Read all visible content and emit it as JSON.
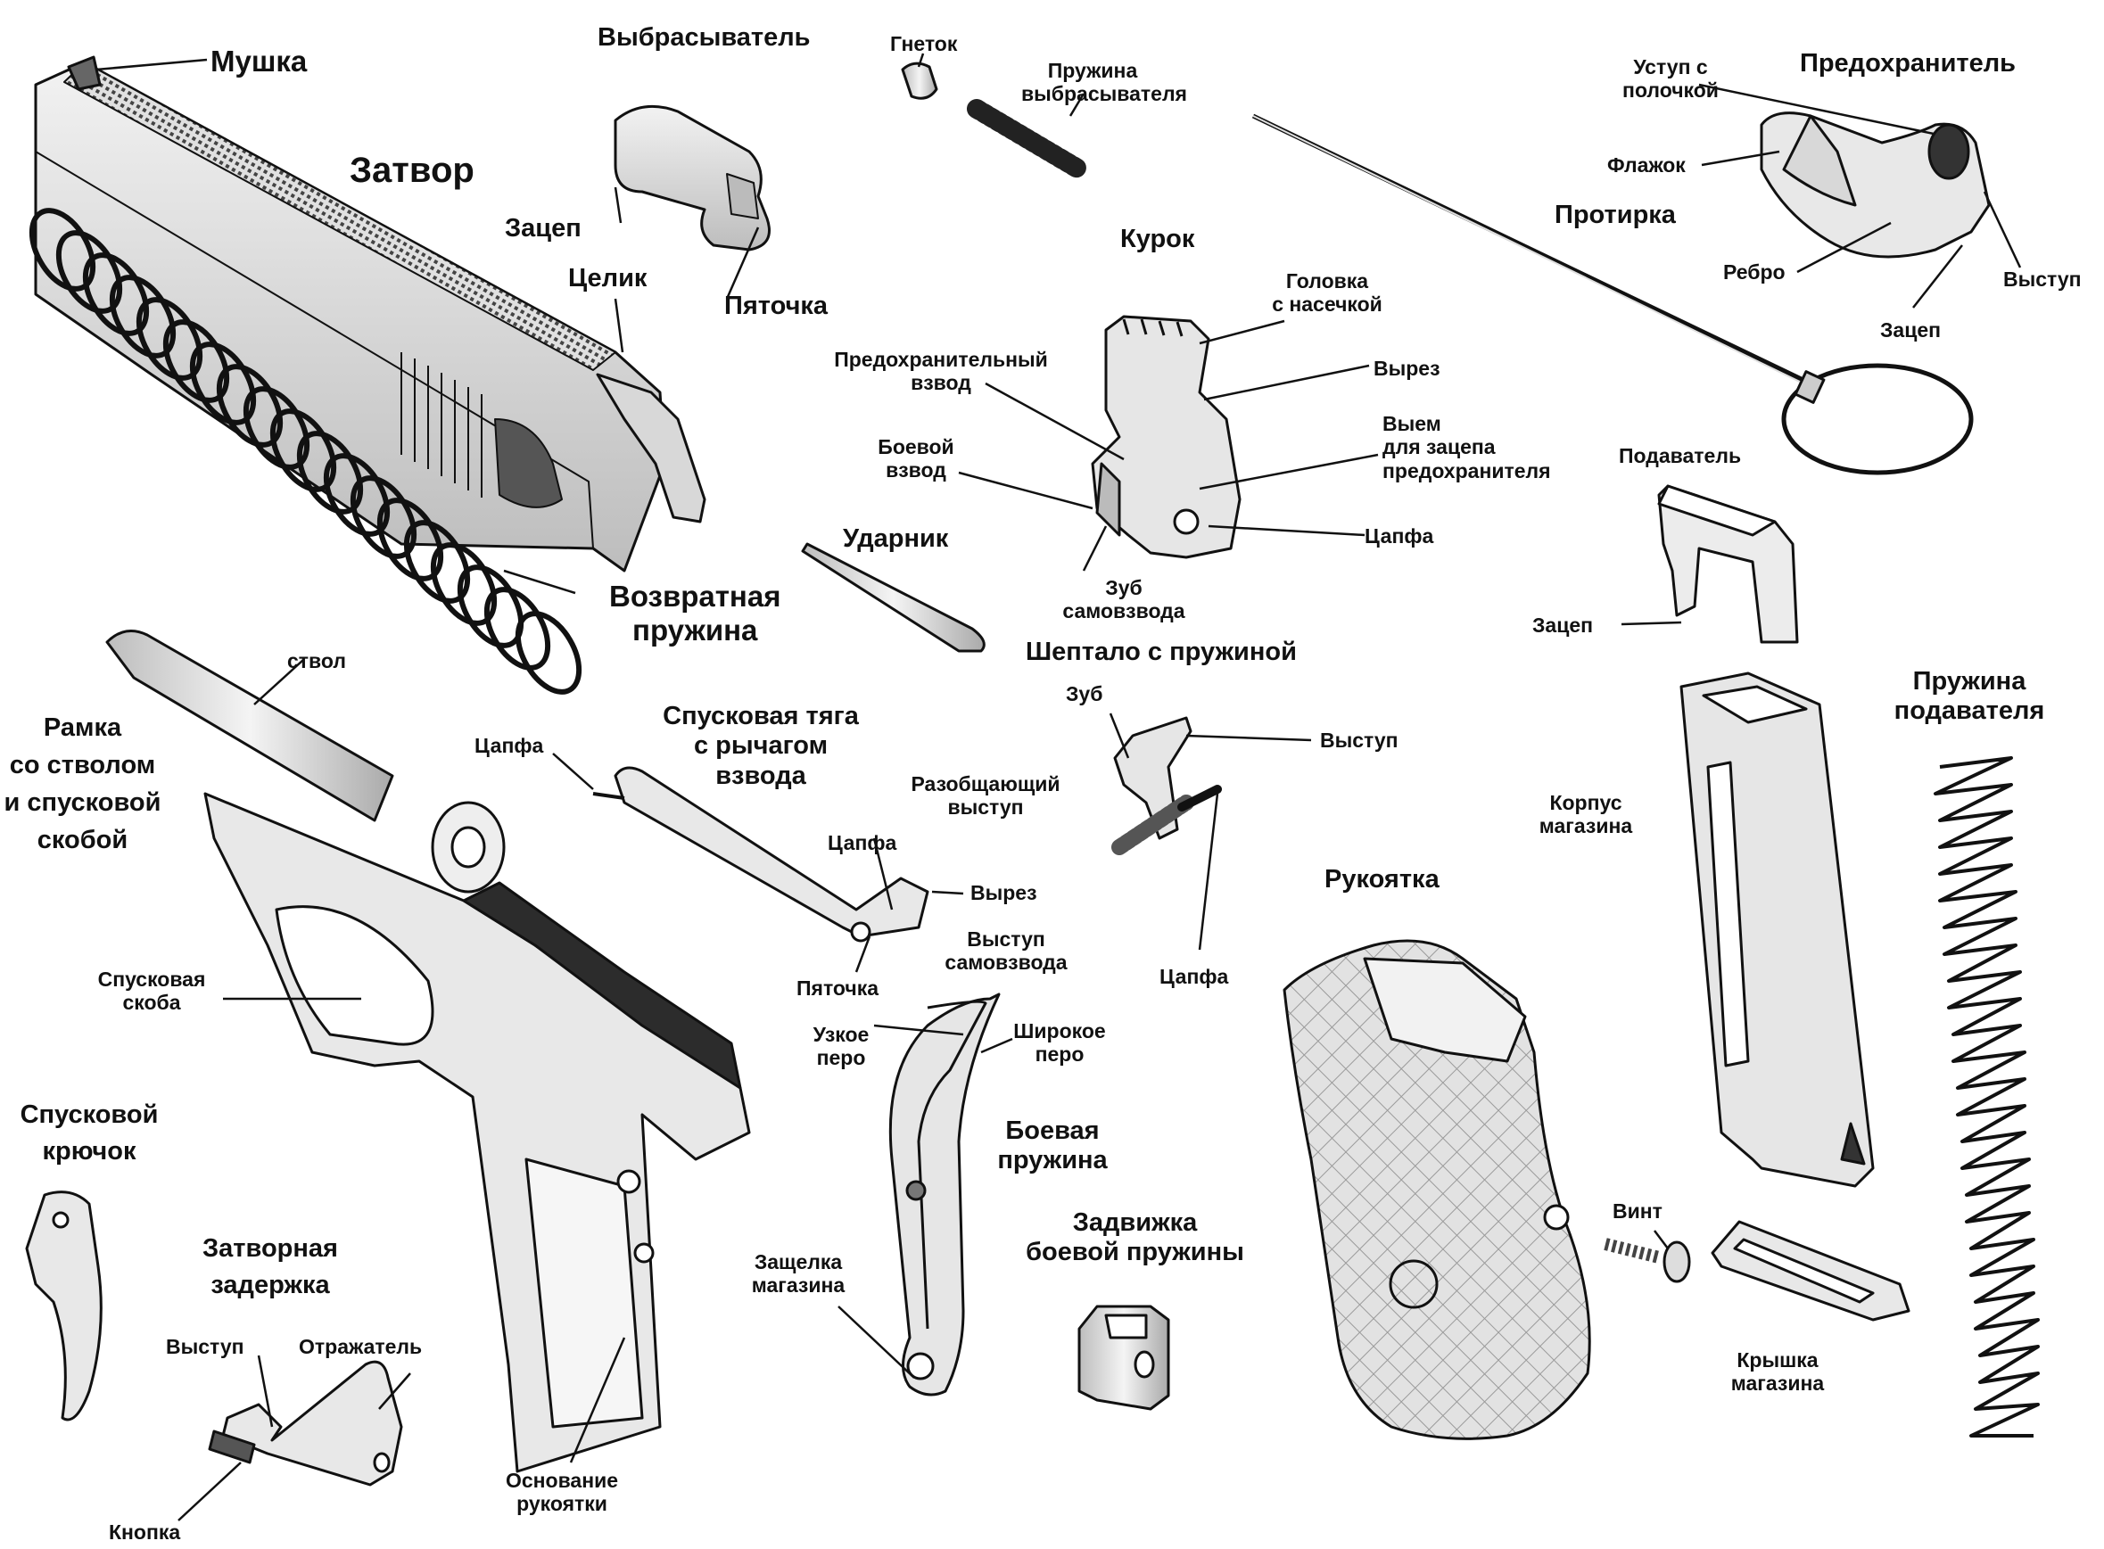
{
  "diagram": {
    "labels": {
      "mushka": "Мушка",
      "zatvor": "Затвор",
      "vybrasyvatel": "Выбрасыватель",
      "zacep_vybr": "Зацеп",
      "pyatochka_vybr": "Пяточка",
      "gnetok": "Гнеток",
      "pruzhina_vybr_1": "Пружина",
      "pruzhina_vybr_2": "выбрасывателя",
      "celik": "Целик",
      "kurok": "Курок",
      "golovka_1": "Головка",
      "golovka_2": "с насечкой",
      "vyrez_kurok": "Вырез",
      "predohr_vzvod_1": "Предохранительный",
      "predohr_vzvod_2": "взвод",
      "boevoy_vzvod_1": "Боевой",
      "boevoy_vzvod_2": "взвод",
      "vyem_1": "Выем",
      "vyem_2": "для зацепа",
      "vyem_3": "предохранителя",
      "capfa_kurok": "Цапфа",
      "zub_samovzvoda_1": "Зуб",
      "zub_samovzvoda_2": "самовзвода",
      "protirka": "Протирка",
      "predohranitel": "Предохранитель",
      "ustup_1": "Уступ с",
      "ustup_2": "полочкой",
      "flazhok": "Флажок",
      "rebro": "Ребро",
      "vystup_predohr": "Выступ",
      "zacep_predohr": "Зацеп",
      "podavatel": "Подаватель",
      "zacep_podav": "Зацеп",
      "udarnik": "Ударник",
      "vozvratnaya_1": "Возвратная",
      "vozvratnaya_2": "пружина",
      "stvol": "ствол",
      "ramka_1": "Рамка",
      "ramka_2": "со стволом",
      "ramka_3": "и спусковой",
      "ramka_4": "скобой",
      "capfa_tyaga": "Цапфа",
      "spusk_tyaga_1": "Спусковая тяга",
      "spusk_tyaga_2": "с рычагом",
      "spusk_tyaga_3": "взвода",
      "sheptalo": "Шептало с пружиной",
      "zub_sheptalo": "Зуб",
      "vystup_sheptalo": "Выступ",
      "razobsh_1": "Разобщающий",
      "razobsh_2": "выступ",
      "capfa_rychag": "Цапфа",
      "vyrez_rychag": "Вырез",
      "vystup_samovzvoda_1": "Выступ",
      "vystup_samovzvoda_2": "самовзвода",
      "pyatochka_tyaga": "Пяточка",
      "capfa_sheptalo": "Цапфа",
      "rukoyatka": "Рукоятка",
      "korpus_1": "Корпус",
      "korpus_2": "магазина",
      "pruzhina_podav_1": "Пружина",
      "pruzhina_podav_2": "подавателя",
      "spusk_skoba_1": "Спусковая",
      "spusk_skoba_2": "скоба",
      "uzkoe_1": "Узкое",
      "uzkoe_2": "перо",
      "shirokoe_1": "Широкое",
      "shirokoe_2": "перо",
      "boevaya_1": "Боевая",
      "boevaya_2": "пружина",
      "spusk_kryuchok_1": "Спусковой",
      "spusk_kryuchok_2": "крючок",
      "zatvornaya_1": "Затворная",
      "zatvornaya_2": "задержка",
      "vystup_zaderzhka": "Выступ",
      "otrazhatel": "Отражатель",
      "knopka": "Кнопка",
      "osnovanie_1": "Основание",
      "osnovanie_2": "рукоятки",
      "zashchelka_1": "Защелка",
      "zashchelka_2": "магазина",
      "zadvizhka_1": "Задвижка",
      "zadvizhka_2": "боевой пружины",
      "vint": "Винт",
      "kryshka_1": "Крышка",
      "kryshka_2": "магазина"
    },
    "colors": {
      "ink": "#111111",
      "part_fill": "#e4e4e4",
      "part_shade": "#b9b9b9",
      "part_dark": "#333333",
      "background": "#ffffff"
    }
  }
}
